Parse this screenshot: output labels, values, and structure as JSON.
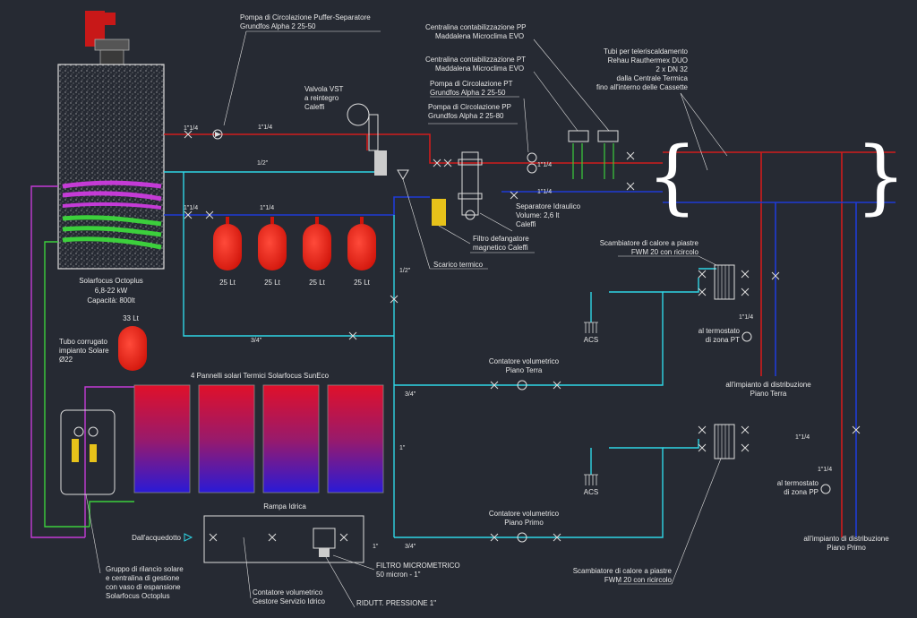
{
  "colors": {
    "background": "#262a33",
    "hot": "#d01c1c",
    "cold": "#1f3bd6",
    "water": "#2fd6e6",
    "solar": "#c43bd6",
    "solar_return": "#3ccf3c",
    "line": "#d8d8d8"
  },
  "labels": {
    "pump_puffer": [
      "Pompa di Circolazione Puffer-Separatore",
      "Grundfos Alpha 2 25-50"
    ],
    "valve_vst": [
      "Valvola VST",
      "a reintegro",
      "Caleffi"
    ],
    "controller_pp": [
      "Centralina contabilizzazione PP",
      "Maddalena Microclima EVO"
    ],
    "controller_pt": [
      "Centralina contabilizzazione PT",
      "Maddalena Microclima EVO"
    ],
    "pump_pt": [
      "Pompa di Circolazione PT",
      "Grundfos Alpha 2 25-50"
    ],
    "pump_pp": [
      "Pompa di Circolazione PP",
      "Grundfos Alpha 2 25-80"
    ],
    "district_pipes": [
      "Tubi per teleriscaldamento",
      "Rehau Rauthermex DUO",
      "2 x DN 32",
      "dalla Centrale Termica",
      "fino all'interno delle Cassette"
    ],
    "boiler": [
      "Solarfocus Octoplus",
      "6,8-22 kW",
      "Capacità: 800lt"
    ],
    "separator": [
      "Separatore Idraulico",
      "Volume: 2,6 lt",
      "Caleffi"
    ],
    "filter_mag": [
      "Filtro defangatore",
      "magnetico Caleffi"
    ],
    "drain": "Scarico termico",
    "exchanger_pt": [
      "Scambiatore di calore a piastre",
      "FWM 20  con ricircolo"
    ],
    "exchanger_pp": [
      "Scambiatore di calore a piastre",
      "FWM 20  con ricircolo"
    ],
    "thermostat_pt": [
      "al termostato",
      "di zona PT"
    ],
    "thermostat_pp": [
      "al termostato",
      "di zona PP"
    ],
    "distribution_pt": [
      "all'impianto di distribuzione",
      "Piano Terra"
    ],
    "distribution_pp": [
      "all'impianto di distribuzione",
      "Piano Primo"
    ],
    "meter_pt": [
      "Contatore volumetrico",
      "Piano Terra"
    ],
    "meter_pp": [
      "Contatore volumetrico",
      "Piano Primo"
    ],
    "solar_panels": "4 Pannelli solari Termici Solarfocus SunEco",
    "solar_pipe": [
      "Tubo corrugato",
      "impianto Solare",
      "Ø22"
    ],
    "solar_group": [
      "Gruppo di rilancio solare",
      "e centralina di gestione",
      "con vaso di espansione",
      "Solarfocus Octoplus"
    ],
    "rampa": "Rampa Idrica",
    "aqueduct": "Dall'acquedotto",
    "micro_filter": [
      "FILTRO MICROMETRICO",
      "50 micron - 1\""
    ],
    "meter_main": [
      "Contatore volumetrico",
      "Gestore Servizio Idrico"
    ],
    "reducer": "RIDUTT. PRESSIONE 1\"",
    "acs": "ACS",
    "exp_vessel": "33 Lt",
    "tank_size": "25 Lt"
  },
  "pipe_sizes": {
    "s114": "1\"1/4",
    "s12": "1/2\"",
    "s34": "3/4\"",
    "s1": "1\"",
    "s34b": "3/4\"",
    "s1b": "1\""
  }
}
